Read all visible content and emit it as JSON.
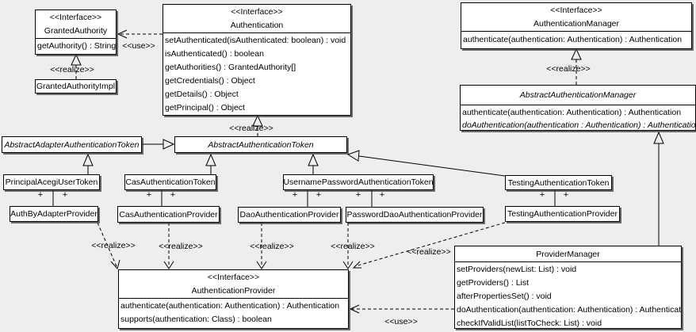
{
  "colors": {
    "background": "#eeeeee",
    "box_fill": "#ffffff",
    "line": "#000000"
  },
  "classes": {
    "granted_authority": {
      "stereotype": "<<Interface>>",
      "name": "GrantedAuthority",
      "methods": [
        "getAuthority() : String"
      ]
    },
    "granted_authority_impl": {
      "name": "GrantedAuthorityImpl"
    },
    "authentication": {
      "stereotype": "<<Interface>>",
      "name": "Authentication",
      "methods": [
        "setAuthenticated(isAuthenticated: boolean) : void",
        "isAuthenticated() : boolean",
        "getAuthorities() : GrantedAuthority[]",
        "getCredentials() : Object",
        "getDetails() : Object",
        "getPrincipal() : Object"
      ]
    },
    "authentication_manager": {
      "stereotype": "<<Interface>>",
      "name": "AuthenticationManager",
      "methods": [
        "authenticate(authentication: Authentication) : Authentication"
      ]
    },
    "abstract_authentication_manager": {
      "name": "AbstractAuthenticationManager",
      "methods": [
        "authenticate(authentication: Authentication) : Authentication",
        "doAuthentication(authentication : Authentication) : Authentication"
      ]
    },
    "abstract_adapter_authentication_token": {
      "name": "AbstractAdapterAuthenticationToken"
    },
    "abstract_authentication_token": {
      "name": "AbstractAuthenticationToken"
    },
    "principal_acegi_user_token": {
      "name": "PrincipalAcegiUserToken"
    },
    "cas_authentication_token": {
      "name": "CasAuthenticationToken"
    },
    "username_password_authentication_token": {
      "name": "UsernamePasswordAuthenticationToken"
    },
    "testing_authentication_token": {
      "name": "TestingAuthenticationToken"
    },
    "auth_by_adapter_provider": {
      "name": "AuthByAdapterProvider"
    },
    "cas_authentication_provider": {
      "name": "CasAuthenticationProvider"
    },
    "dao_authentication_provider": {
      "name": "DaoAuthenticationProvider"
    },
    "password_dao_authentication_provider": {
      "name": "PasswordDaoAuthenticationProvider"
    },
    "testing_authentication_provider": {
      "name": "TestingAuthenticationProvider"
    },
    "provider_manager": {
      "name": "ProviderManager",
      "methods": [
        "setProviders(newList: List) : void",
        "getProviders() : List",
        "afterPropertiesSet() : void",
        "doAuthentication(authentication: Authentication) : Authentication",
        "checkIfValidList(listToCheck: List) : void"
      ]
    },
    "authentication_provider": {
      "stereotype": "<<Interface>>",
      "name": "AuthenticationProvider",
      "methods": [
        "authenticate(authentication: Authentication) : Authentication",
        "supports(authentication: Class) : boolean"
      ]
    }
  },
  "edge_labels": {
    "authentication_uses_granted_authority": "<<use>>",
    "granted_authority_impl_realizes": "<<realize>>",
    "abstract_token_realizes_authentication": "<<realize>>",
    "abstract_manager_realizes_manager": "<<realize>>",
    "auth_by_adapter_realizes": "<<realize>>",
    "cas_realizes": "<<realize>>",
    "dao_realizes": "<<realize>>",
    "password_dao_realizes": "<<realize>>",
    "testing_realizes": "<<realize>>",
    "provider_manager_uses": "<<use>>"
  },
  "multiplicity": {
    "plus": "+"
  }
}
